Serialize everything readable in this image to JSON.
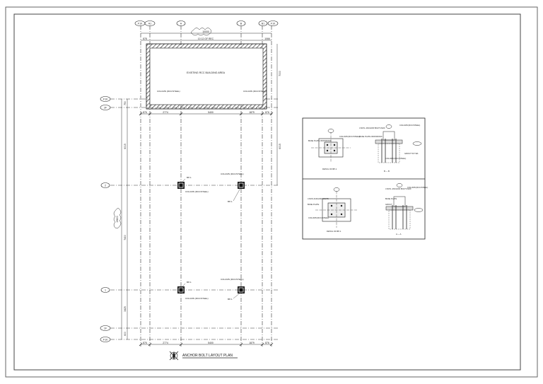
{
  "drawing": {
    "title": "ANCHOR BOLT LAYOUT PLAN",
    "existing_area_label": "EXISTING RCC BUILDING AREA",
    "overall_dim": "10000",
    "overall_dim_sub": "10 12 GF REC",
    "left_total_dim": "15800",
    "bottom_dims": [
      "876",
      "2774",
      "5400",
      "1879",
      "876"
    ],
    "top_dims": [
      "878",
      "2774",
      "5400",
      "1879",
      "1066"
    ],
    "vertical_dims_left": [
      "750",
      "6015",
      "1461",
      "7400",
      "3425",
      "600"
    ],
    "vertical_dims_right": [
      "7000",
      "6015"
    ],
    "grid_top_labels": [
      "F10",
      "A1",
      "A",
      "B",
      "B1",
      "F10"
    ],
    "grid_left_labels": [
      "F10",
      "2F",
      "2",
      "1",
      "1F",
      "F10"
    ],
    "column_notes": [
      "COLUMN (RCC/STEEL)",
      "COLUMN (RCC/STEEL)",
      "COLUMN (RCC/STEEL)",
      "COLUMN (RCC/STEEL)",
      "COLUMN (RCC/STEEL)",
      "COLUMN (RCC/STEEL)"
    ],
    "bp_labels": [
      "BP-1",
      "BP-1",
      "BP-1",
      "BP-1"
    ]
  },
  "details": {
    "top_left_caption": "DETAIL OF BP-1",
    "top_left_notes": [
      "COLUMN (RCC/STEEL)",
      "BASE PLATE 300X300X20"
    ],
    "top_mid_note": "4 NOS. ANCHOR BOLTS M20",
    "top_right_notes": [
      "COLUMN (RCC/STEEL)",
      "BASE PLATE 300X300X20",
      "GROUT 50 THK.",
      "COLUMN (RCC/STEEL)"
    ],
    "top_section": "B — B",
    "bottom_left_caption": "DETAIL OF BP-1",
    "bottom_left_notes": [
      "4 NOS ANCHOR BOLTS",
      "BASE PLATE",
      "COLUMN (RCC/STEEL)"
    ],
    "bottom_mid_note": "4 NOS. ANCHOR BOLTS M20",
    "bottom_right_notes": [
      "COLUMN (RCC/STEEL)",
      "BASE PLATE",
      "GROUT"
    ],
    "bottom_section": "A — A"
  }
}
